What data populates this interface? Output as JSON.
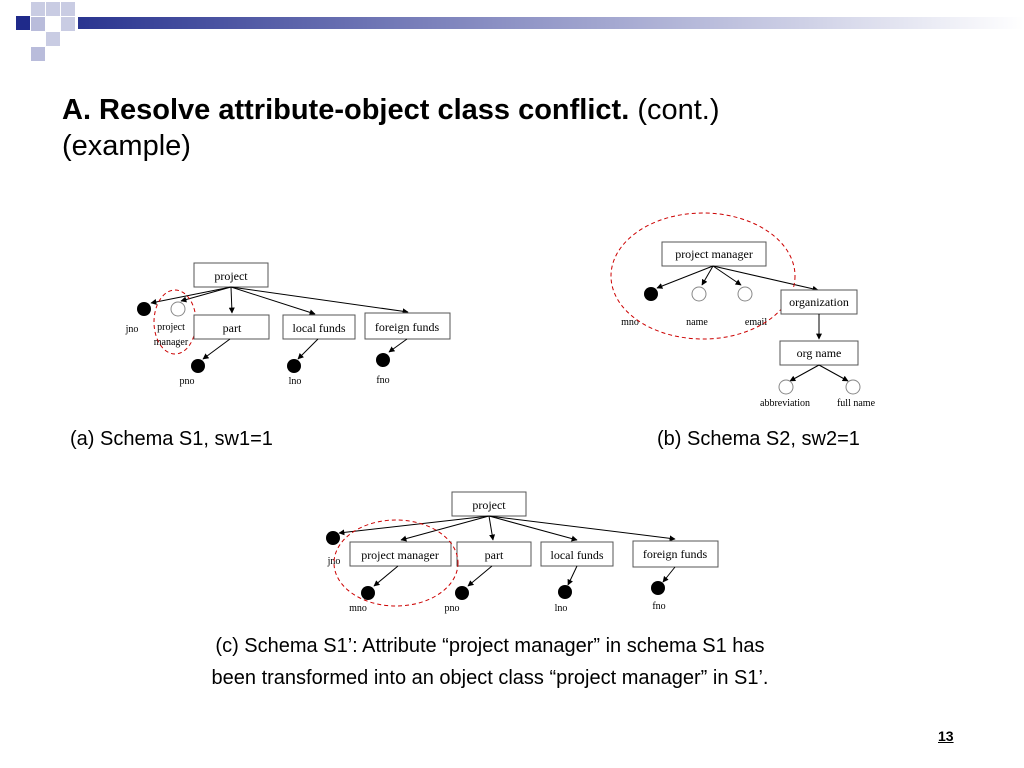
{
  "title": {
    "bold": "A.  Resolve attribute-object class conflict.",
    "normal": " (cont.)",
    "line2": "(example)"
  },
  "colors": {
    "decor_dark": "#1f2a8a",
    "decor_light": "#b9bcdb",
    "highlight": "#cc0000"
  },
  "diagram_a": {
    "root": "project",
    "classes": [
      "part",
      "local funds",
      "foreign funds"
    ],
    "attrs": {
      "jno": "jno",
      "pm_line1": "project",
      "pm_line2": "manager",
      "pno": "pno",
      "lno": "lno",
      "fno": "fno"
    }
  },
  "diagram_b": {
    "root": "project manager",
    "attrs": {
      "mno": "mno",
      "name": "name",
      "email": "email",
      "abbreviation": "abbreviation",
      "full_name": "full name"
    },
    "classes": {
      "organization": "organization",
      "org_name": "org name"
    }
  },
  "diagram_c": {
    "root": "project",
    "classes": [
      "project manager",
      "part",
      "local funds",
      "foreign funds"
    ],
    "attrs": {
      "jno": "jno",
      "mno": "mno",
      "pno": "pno",
      "lno": "lno",
      "fno": "fno"
    }
  },
  "captions": {
    "a": "(a) Schema S1, sw1=1",
    "b": "(b) Schema S2, sw2=1",
    "c_line1": "(c) Schema S1’: Attribute “project manager” in schema S1 has",
    "c_line2": "been  transformed into an object class “project manager” in S1’."
  },
  "page_number": "13"
}
